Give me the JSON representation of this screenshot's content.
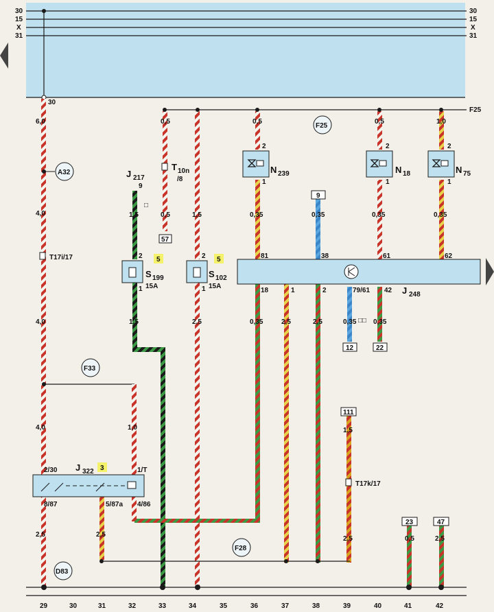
{
  "bus": {
    "labels": [
      "30",
      "15",
      "X",
      "31"
    ],
    "top_terminal": "30"
  },
  "nav": {
    "left_arrow": "prev-page",
    "right_arrow": "next-page"
  },
  "feeds": {
    "f25": "F25",
    "f28": "F28",
    "f33": "F33",
    "a32": "A32",
    "d83": "D83"
  },
  "wire_labels": {
    "w29_top": "6,0",
    "w29_mid": "4,0",
    "w29_low": "4,0",
    "w29_lower": "4,0",
    "w29_bot": "2,5",
    "w31_bot": "2,5",
    "w32_f33": "1,0",
    "w33_top": "1,5",
    "w33_bot": "1,5",
    "t10n_top": "0,5",
    "t10n_bot": "0,5",
    "w34_top": "1,5",
    "w34_bot": "2,5",
    "w36_top": "0,5",
    "w36_mid": "0,35",
    "w36_bot": "0,35",
    "w37_bot": "2,5",
    "w38_mid": "0,35",
    "w38_bot": "2,5",
    "w39_mid": "1,5",
    "w39_bot": "2,5",
    "w38b_bot": "0,35",
    "w40_top": "0,5",
    "w40_mid": "0,35",
    "w40_bot": "0,35",
    "w41_bot": "0,5",
    "w42_top": "1,0",
    "w42_mid": "0,35",
    "w42_bot": "2,5"
  },
  "components": {
    "j217": {
      "name": "J",
      "sub": "217",
      "pin": "9"
    },
    "t10n": {
      "name": "T",
      "sub": "10n",
      "pin": "/8",
      "conn": "57"
    },
    "t17i": {
      "label": "T17i/17"
    },
    "t17k": {
      "label": "T17k/17",
      "conn": "111"
    },
    "s199": {
      "name": "S",
      "sub": "199",
      "rating": "15A",
      "slot": "5",
      "pin_top": "2",
      "pin_bot": "1"
    },
    "s102": {
      "name": "S",
      "sub": "102",
      "rating": "15A",
      "slot": "5",
      "pin_top": "2",
      "pin_bot": "1"
    },
    "n239": {
      "name": "N",
      "sub": "239",
      "pin_top": "2",
      "pin_bot": "1"
    },
    "n18": {
      "name": "N",
      "sub": "18",
      "pin_top": "2",
      "pin_bot": "1"
    },
    "n75": {
      "name": "N",
      "sub": "75",
      "pin_top": "2",
      "pin_bot": "1"
    },
    "j248": {
      "name": "J",
      "sub": "248",
      "pins_top": [
        "81",
        "38",
        "61",
        "62"
      ],
      "pins_bot": [
        "18",
        "1",
        "2",
        "79/61",
        "42"
      ],
      "conn_9": "9",
      "conn_12": "12",
      "conn_22": "22"
    },
    "j322": {
      "name": "J",
      "sub": "322",
      "slot": "3",
      "pin_2_30": "2/30",
      "pin_1_T": "1/T",
      "pin_8_87": "8/87",
      "pin_5_87a": "5/87a",
      "pin_4_86": "4/86"
    },
    "conn23": "23",
    "conn47": "47",
    "double_square": "□□",
    "single_square": "□"
  },
  "bottom_numbers": [
    "29",
    "30",
    "31",
    "32",
    "33",
    "34",
    "35",
    "36",
    "37",
    "38",
    "39",
    "40",
    "41",
    "42"
  ],
  "colors": {
    "panel": "#bfe0ee",
    "rail_line": "#1a1a1a",
    "highlight": "#f4f26a",
    "bg": "#f3f0ea"
  }
}
